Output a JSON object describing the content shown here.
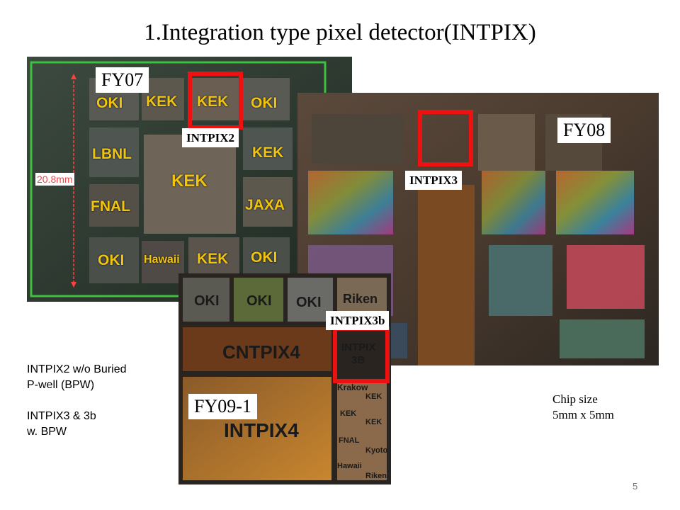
{
  "title": "1.Integration type pixel detector(INTPIX)",
  "page_number": "5",
  "photo_fy07": {
    "tag": "FY07",
    "highlight_label": "INTPIX2",
    "dimension": "20.8mm",
    "chips": [
      "OKI",
      "KEK",
      "KEK",
      "OKI",
      "LBNL",
      "KEK",
      "KEK",
      "FNAL",
      "JAXA",
      "OKI",
      "Hawaii",
      "KEK",
      "OKI"
    ]
  },
  "photo_fy08": {
    "tag": "FY08",
    "highlight_label": "INTPIX3"
  },
  "photo_fy09": {
    "tag": "FY09-1",
    "highlight_label": "INTPIX3b",
    "chips": [
      "OKI",
      "OKI",
      "OKI",
      "Riken",
      "CNTPIX4",
      "INTPIX",
      "3B",
      "INTPIX4",
      "Krakow",
      "KEK",
      "KEK",
      "KEK",
      "FNAL",
      "Kyoto",
      "Hawaii",
      "Riken"
    ]
  },
  "notes": {
    "line1": "INTPIX2 w/o Buried",
    "line2": "P-well (BPW)",
    "line3": "INTPIX3 & 3b",
    "line4": "w. BPW"
  },
  "chip_size": {
    "label": "Chip size",
    "value": "5mm x 5mm"
  },
  "colors": {
    "highlight": "#ee1111",
    "tag_background": "#ffffff"
  }
}
